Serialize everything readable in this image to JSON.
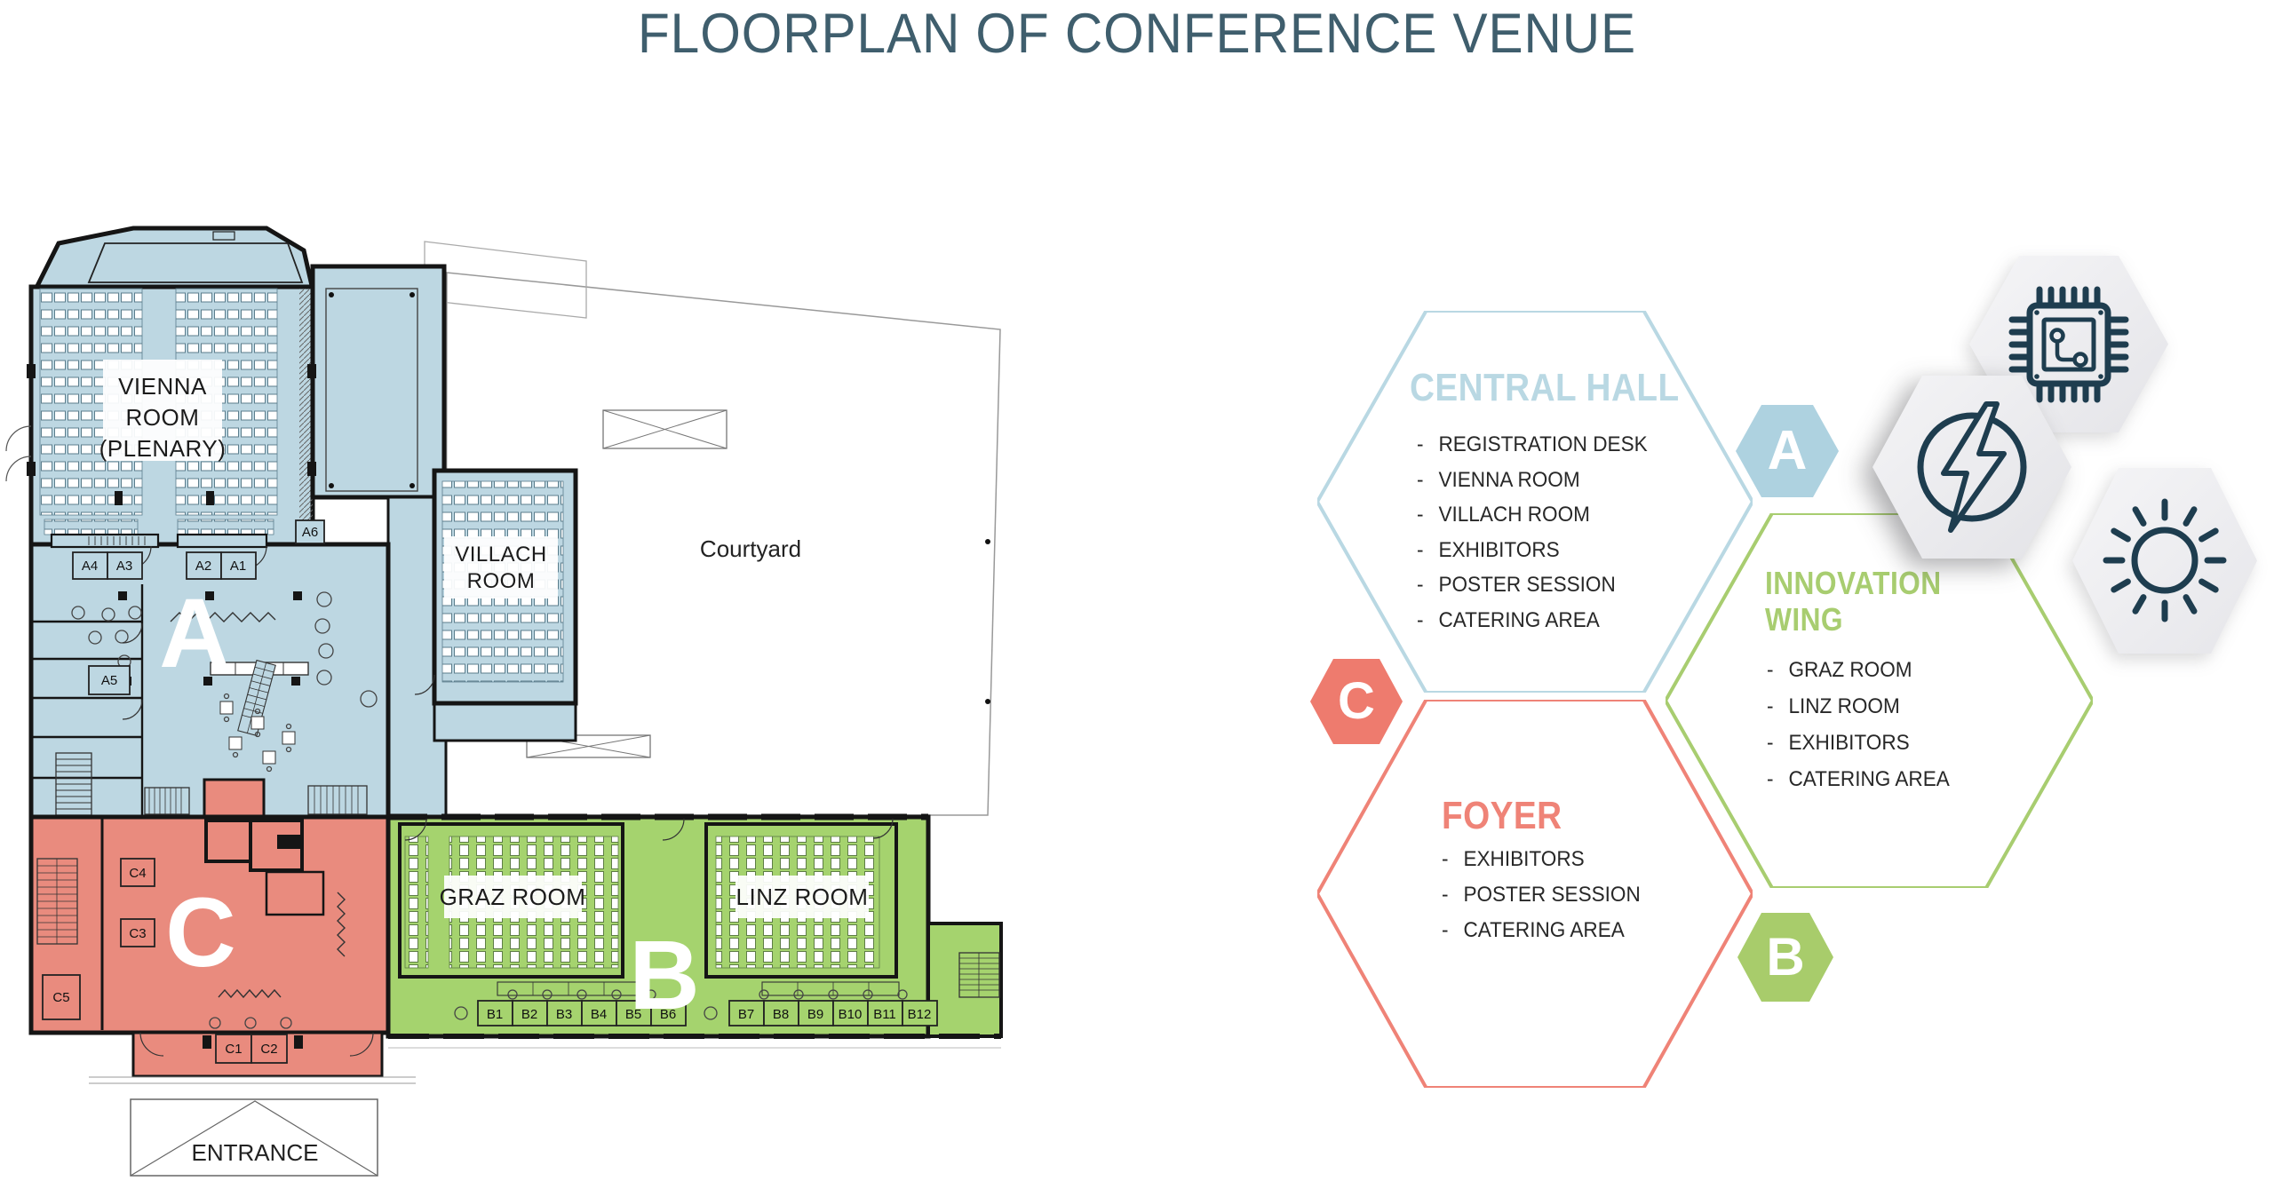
{
  "title": "FLOORPLAN OF CONFERENCE VENUE",
  "colors": {
    "zone_a_blue": "#bdd7e2",
    "zone_b_green": "#a5d36e",
    "zone_c_salmon": "#e98b7e",
    "accent_blue": "#b9d8e3",
    "accent_green": "#a8cd70",
    "accent_salmon": "#ef8377",
    "badge_blue": "#aed2e0",
    "badge_green": "#a8cc6b",
    "badge_salmon": "#ee7b6e",
    "icon_ink": "#1e3d4f",
    "title_ink": "#3f5e6d",
    "wall_ink": "#151515"
  },
  "floorplan": {
    "vienna_room": [
      "VIENNA",
      "ROOM",
      "(PLENARY)"
    ],
    "villach_room": [
      "VILLACH",
      "ROOM"
    ],
    "graz_room": "GRAZ ROOM",
    "linz_room": "LINZ ROOM",
    "courtyard": "Courtyard",
    "entrance": "ENTRANCE",
    "zone_letters": {
      "a": "A",
      "b": "B",
      "c": "C"
    },
    "a_rooms": [
      "A4",
      "A3",
      "A2",
      "A1",
      "A6",
      "A5"
    ],
    "c_rooms": [
      "C4",
      "C3",
      "C5",
      "C1",
      "C2"
    ],
    "b_booths": [
      "B1",
      "B2",
      "B3",
      "B4",
      "B5",
      "B6",
      "B7",
      "B8",
      "B9",
      "B10",
      "B11",
      "B12"
    ]
  },
  "legend": {
    "central_hall": {
      "badge": "A",
      "title": "CENTRAL HALL",
      "items": [
        "REGISTRATION DESK",
        "VIENNA ROOM",
        "VILLACH ROOM",
        "EXHIBITORS",
        "POSTER SESSION",
        "CATERING AREA"
      ]
    },
    "innovation_wing": {
      "badge": "B",
      "title_line1": "INNOVATION",
      "title_line2": "WING",
      "items": [
        "GRAZ ROOM",
        "LINZ ROOM",
        "EXHIBITORS",
        "CATERING AREA"
      ]
    },
    "foyer": {
      "badge": "C",
      "title": "FOYER",
      "items": [
        "EXHIBITORS",
        "POSTER SESSION",
        "CATERING AREA"
      ]
    },
    "icons": [
      "microchip-icon",
      "lightning-icon",
      "sun-icon"
    ]
  }
}
